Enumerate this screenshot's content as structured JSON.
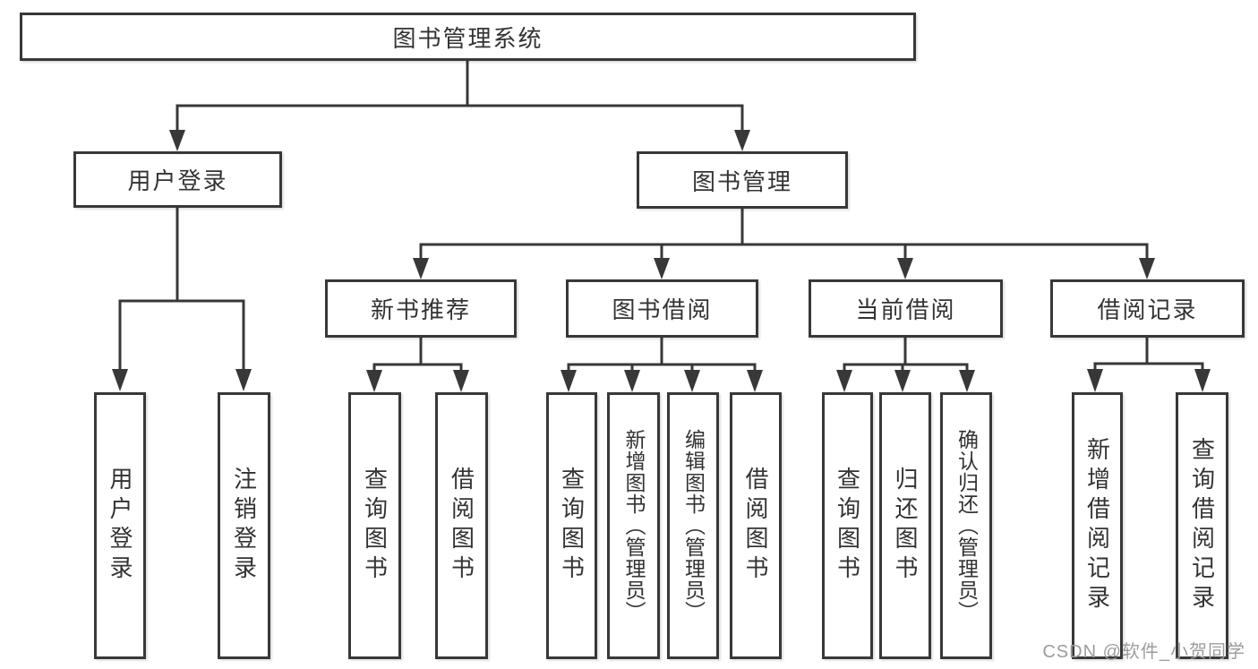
{
  "tree": {
    "root": {
      "label": "图书管理系统"
    },
    "children": [
      {
        "label": "用户登录",
        "children": [
          {
            "label": "用户登录"
          },
          {
            "label": "注销登录"
          }
        ]
      },
      {
        "label": "图书管理",
        "children": [
          {
            "label": "新书推荐",
            "children": [
              {
                "label": "查询图书"
              },
              {
                "label": "借阅图书"
              }
            ]
          },
          {
            "label": "图书借阅",
            "children": [
              {
                "label": "查询图书"
              },
              {
                "label": "新增图书（管理员）"
              },
              {
                "label": "编辑图书（管理员）"
              },
              {
                "label": "借阅图书"
              }
            ]
          },
          {
            "label": "当前借阅",
            "children": [
              {
                "label": "查询图书"
              },
              {
                "label": "归还图书"
              },
              {
                "label": "确认归还（管理员）"
              }
            ]
          },
          {
            "label": "借阅记录",
            "children": [
              {
                "label": "新增借阅记录"
              },
              {
                "label": "查询借阅记录"
              }
            ]
          }
        ]
      }
    ]
  },
  "watermark": {
    "text": "CSDN @软件_小贺同学"
  },
  "colors": {
    "line": "#383838",
    "text": "#333333",
    "watermark": "#9c9c9c",
    "background": "#ffffff"
  }
}
